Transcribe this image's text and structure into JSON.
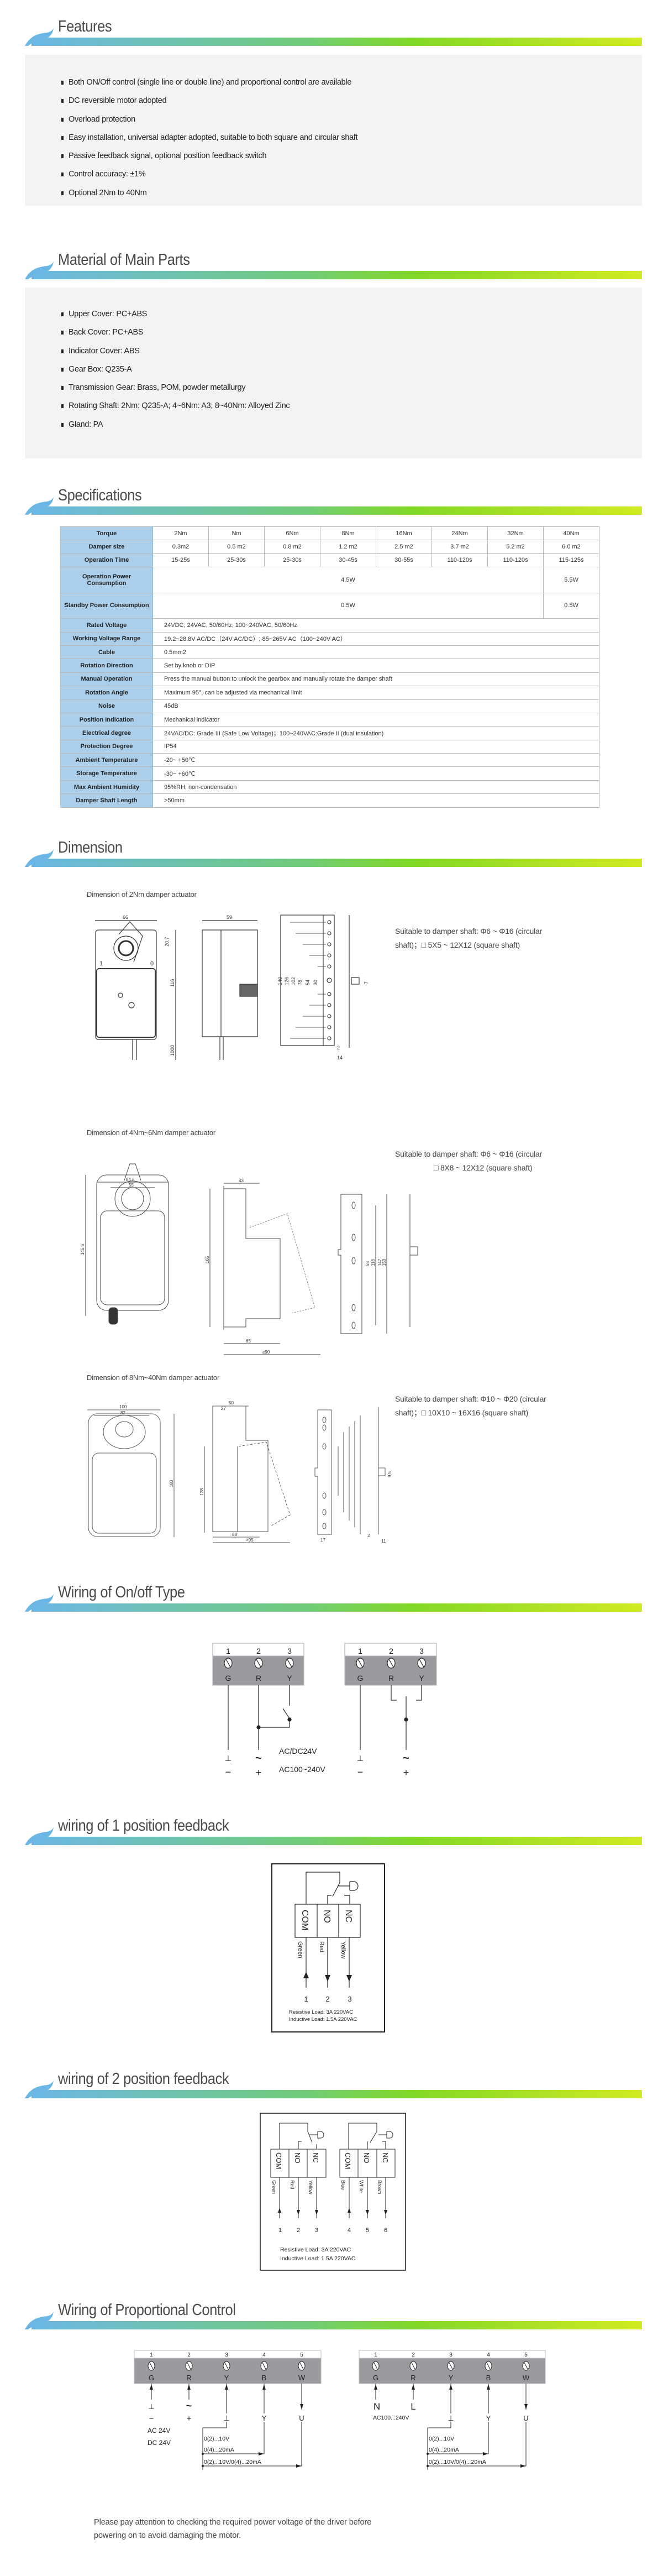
{
  "sections": {
    "features": "Features",
    "material": "Material of Main Parts",
    "specifications": "Specifications",
    "dimension": "Dimension",
    "wiring_onoff": "Wiring of On/off Type",
    "wiring_1pos": "wiring of 1 position feedback",
    "wiring_2pos": "wiring of 2 position feedback",
    "wiring_prop": "Wiring of Proportional Control"
  },
  "features": [
    "Both ON/Off control (single line or double line) and proportional control are available",
    "DC reversible motor adopted",
    "Overload protection",
    "Easy installation, universal adapter adopted, suitable to both square and circular shaft",
    "Passive feedback signal, optional position feedback switch",
    "Control accuracy: ±1%",
    "Optional 2Nm to 40Nm"
  ],
  "materials": [
    "Upper Cover: PC+ABS",
    "Back Cover: PC+ABS",
    "Indicator Cover: ABS",
    "Gear Box: Q235-A",
    "Transmission Gear: Brass, POM, powder metallurgy",
    " Rotating Shaft: 2Nm: Q235-A; 4~6Nm: A3; 8~40Nm: Alloyed Zinc",
    "Gland: PA"
  ],
  "specs": {
    "grid": [
      {
        "label": "Torque",
        "cells": [
          "2Nm",
          "Nm",
          "6Nm",
          "8Nm",
          "16Nm",
          "24Nm",
          "32Nm",
          "40Nm"
        ]
      },
      {
        "label": "Damper size",
        "cells": [
          "0.3m2",
          "0.5 m2",
          "0.8 m2",
          "1.2 m2",
          "2.5 m2",
          "3.7 m2",
          "5.2 m2",
          "6.0 m2"
        ]
      },
      {
        "label": "Operation Time",
        "cells": [
          "15-25s",
          "25-30s",
          "25-30s",
          "30-45s",
          "30-55s",
          "110-120s",
          "110-120s",
          "115-125s"
        ]
      }
    ],
    "split": [
      {
        "label": "Operation Power Consumption",
        "main": "4.5W",
        "last": "5.5W"
      },
      {
        "label": "Standby Power Consumption",
        "main": "0.5W",
        "last": "0.5W"
      }
    ],
    "wide": [
      {
        "label": "Rated Voltage",
        "value": "24VDC; 24VAC, 50/60Hz;  100~240VAC, 50/60Hz"
      },
      {
        "label": "Working Voltage Range",
        "value": "19.2~28.8V AC/DC（24V AC/DC）;   85~265V AC（100~240V AC）"
      },
      {
        "label": "Cable",
        "value": "0.5mm2"
      },
      {
        "label": "Rotation Direction",
        "value": "Set by knob or DIP"
      },
      {
        "label": "Manual Operation",
        "value": "Press the manual button to unlock the gearbox and manually rotate the damper shaft"
      },
      {
        "label": "Rotation Angle",
        "value": "Maximum 95°, can be adjusted via mechanical limit"
      },
      {
        "label": "Noise",
        "value": "45dB"
      },
      {
        "label": "Position Indication",
        "value": "Mechanical indicator"
      },
      {
        "label": "Electrical degree",
        "value": "24VAC/DC: Grade III   (Safe Low Voltage)；100~240VAC:Grade II (dual insulation)"
      },
      {
        "label": "Protection Degree",
        "value": "IP54"
      },
      {
        "label": "Ambient Temperature",
        "value": "-20~ +50℃"
      },
      {
        "label": "Storage Temperature",
        "value": "-30~ +60℃"
      },
      {
        "label": "Max Ambient Humidity",
        "value": "95%RH, non-condensation"
      },
      {
        "label": "Damper Shaft Length",
        "value": ">50mm"
      }
    ]
  },
  "dimension": {
    "d1": {
      "caption": "Dimension of 2Nm damper actuator",
      "suit1": "Suitable to damper shaft: Φ6 ~ Φ16 (circular",
      "suit2": "shaft)；□ 5X5 ~ 12X12 (square shaft)",
      "dims": [
        "66",
        "59",
        "20.7",
        "116",
        "1000",
        "140",
        "126",
        "102",
        "78",
        "54",
        "30",
        "7",
        "2",
        "14",
        "1",
        "0"
      ]
    },
    "d2": {
      "caption": "Dimension of 4Nm~6Nm damper actuator",
      "suit1": "Suitable to damper shaft: Φ6 ~ Φ16 (circular",
      "suit2": "□ 8X8 ~ 12X12 (square shaft)",
      "dims": [
        "84.8",
        "55",
        "145.6",
        "43",
        "165",
        "65",
        "≥90",
        "150",
        "147",
        "118",
        "58"
      ]
    },
    "d3": {
      "caption": "Dimension of 8Nm~40Nm damper actuator",
      "suit1": "Suitable to damper shaft: Φ10 ~ Φ20 (circular",
      "suit2": "shaft)；□ 10X10 ~ 16X16 (square shaft)",
      "dims": [
        "100",
        "82",
        "180",
        "50",
        "27",
        "128",
        "68",
        ">95",
        "17",
        "2",
        "11",
        "9.5"
      ]
    }
  },
  "onoff": {
    "numbers": [
      "1",
      "2",
      "3"
    ],
    "letters": [
      "G",
      "R",
      "Y"
    ],
    "ground": "⊥",
    "ac": "~",
    "minus": "−",
    "plus": "+",
    "v24": "AC/DC24V",
    "v240": "AC100~240V"
  },
  "pos1": {
    "contacts": [
      "COM",
      "NO",
      "NC"
    ],
    "colors": [
      "Green",
      "Red",
      "Yellow"
    ],
    "numbers": [
      "1",
      "2",
      "3"
    ],
    "resistive": "Resistive Load: 3A 220VAC",
    "inductive": "Inductive Load: 1.5A 220VAC"
  },
  "pos2": {
    "contacts": [
      "COM",
      "NO",
      "NC",
      "COM",
      "NO",
      "NC"
    ],
    "colors": [
      "Green",
      "Red",
      "Yellow",
      "Blue",
      "White",
      "Brown"
    ],
    "numbers": [
      "1",
      "2",
      "3",
      "4",
      "5",
      "6"
    ],
    "resistive": "Resistive Load: 3A 220VAC",
    "inductive": "Inductive Load: 1.5A 220VAC"
  },
  "prop": {
    "numbers": [
      "1",
      "2",
      "3",
      "4",
      "5"
    ],
    "letters": [
      "G",
      "R",
      "Y",
      "B",
      "W"
    ],
    "left": {
      "ground": "⊥",
      "ac": "~",
      "minus": "−",
      "plus": "+",
      "ac24": "AC 24V",
      "dc24": "DC 24V"
    },
    "right": {
      "n": "N",
      "l": "L",
      "v": "AC100...240V"
    },
    "sig_ground": "⊥",
    "sig_y": "Y",
    "sig_u": "U",
    "s1": "0(2)...10V",
    "s2": "0(4)...20mA",
    "s3": "0(2)...10V/0(4)...20mA"
  },
  "note": "Please pay attention to checking the required power voltage of the driver before powering on to avoid damaging the motor."
}
